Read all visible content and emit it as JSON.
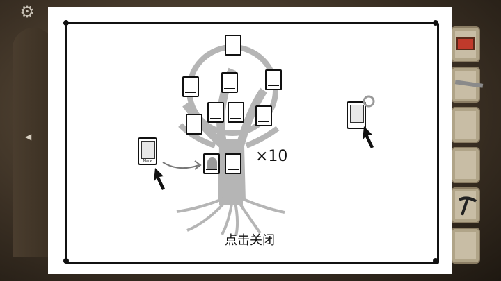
{
  "overlay": {
    "multiplier_label": "×10",
    "close_label": "点击关闭"
  },
  "cards": {
    "mary_label": "Mary"
  },
  "icons": {
    "settings": "gear-icon",
    "back": "left-arrow-icon",
    "pointer": "cursor-arrow-icon"
  },
  "colors": {
    "panel": "#ffffff",
    "ink": "#111111",
    "tree": "#b5b5b5",
    "inventory": "#c8bda5"
  }
}
